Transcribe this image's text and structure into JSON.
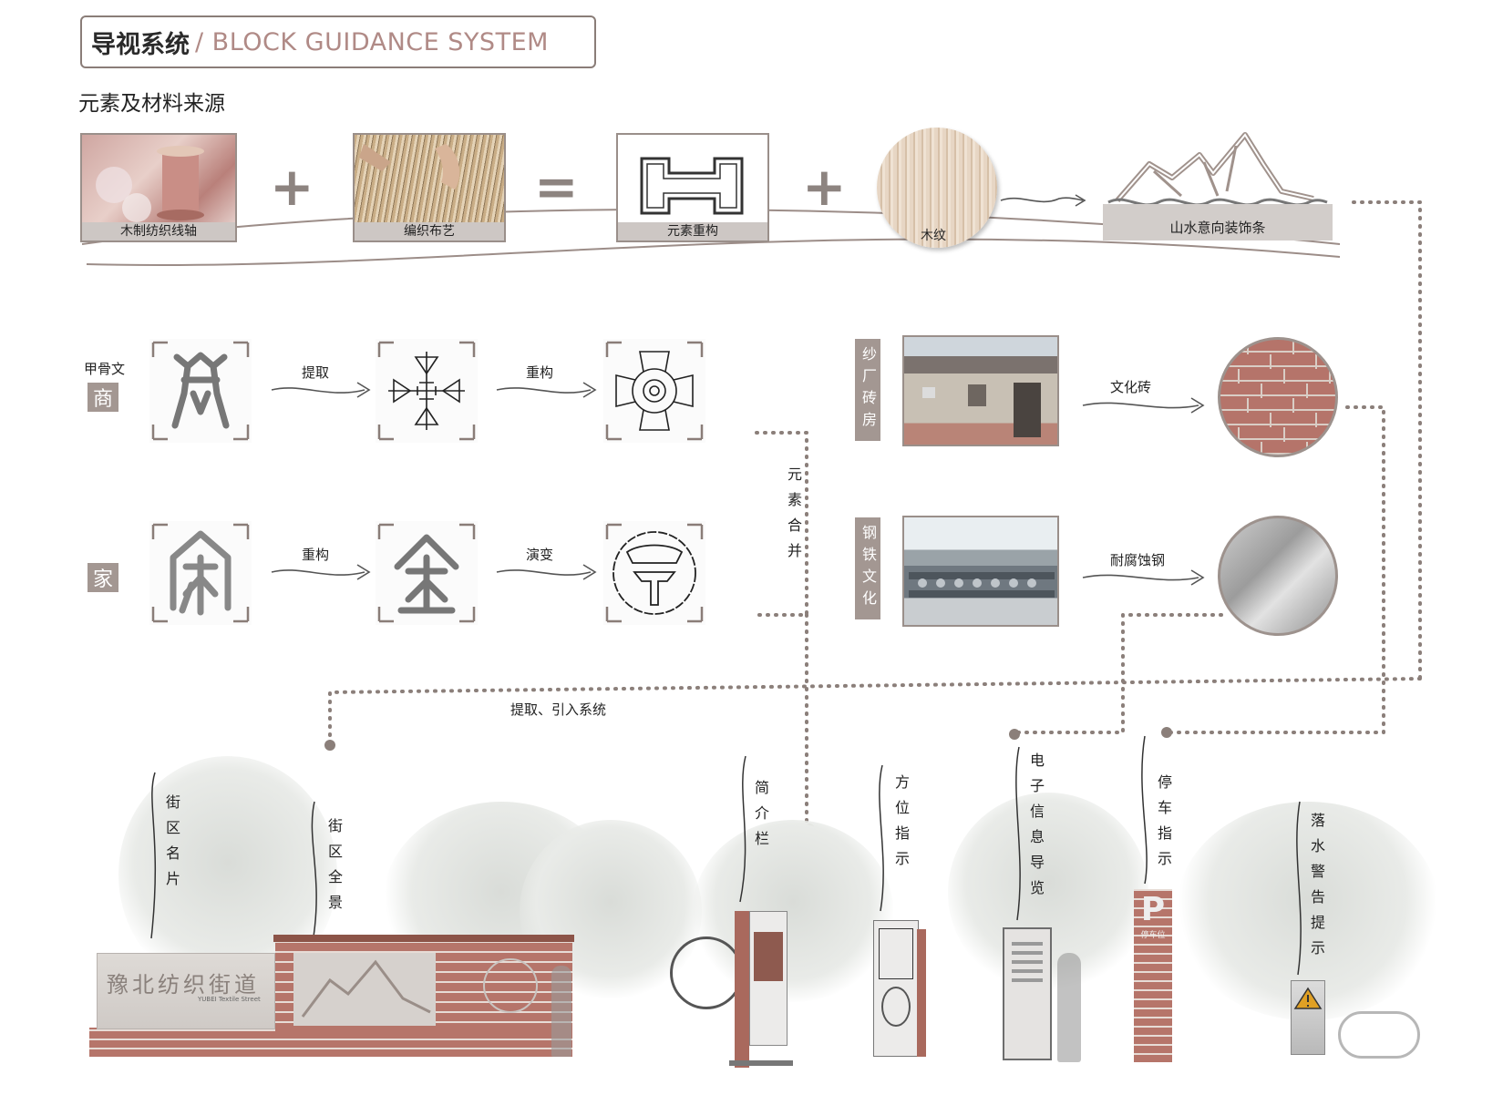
{
  "header": {
    "title_cn": "导视系统",
    "title_en": "/ BLOCK GUIDANCE SYSTEM",
    "subtitle": "元素及材料来源"
  },
  "row1": {
    "items": [
      {
        "caption": "木制纺织线轴"
      },
      {
        "caption": "编织布艺"
      },
      {
        "caption": "元素重构"
      },
      {
        "caption": "木纹"
      },
      {
        "caption": "山水意向装饰条"
      }
    ],
    "plus": "+",
    "equals": "="
  },
  "row2": {
    "source_small": "甲骨文",
    "badge": "商",
    "arrow1": "提取",
    "arrow2": "重构"
  },
  "row3": {
    "badge": "家",
    "arrow1": "重构",
    "arrow2": "演变"
  },
  "merge_label": "元素合并",
  "materials": [
    {
      "tag": "纱厂砖房",
      "arrow": "文化砖"
    },
    {
      "tag": "钢铁文化",
      "arrow": "耐腐蚀钢"
    }
  ],
  "flow_label": "提取、引入系统",
  "signs": [
    {
      "label": "街区名片"
    },
    {
      "label": "街区全景"
    },
    {
      "label": "简介栏"
    },
    {
      "label": "方位指示"
    },
    {
      "label": "电子信息导览"
    },
    {
      "label": "停车指示"
    },
    {
      "label": "落水警告提示"
    }
  ],
  "wall_sign": {
    "title": "豫北纺织街道",
    "subtitle": "YUBEI Textile Street"
  },
  "parking_sign": {
    "letter": "P",
    "text": "停车位"
  },
  "colors": {
    "accent": "#b08a86",
    "frame": "#9a8f8a",
    "brick": "#a8695a",
    "dots": "#8b7f7a"
  }
}
